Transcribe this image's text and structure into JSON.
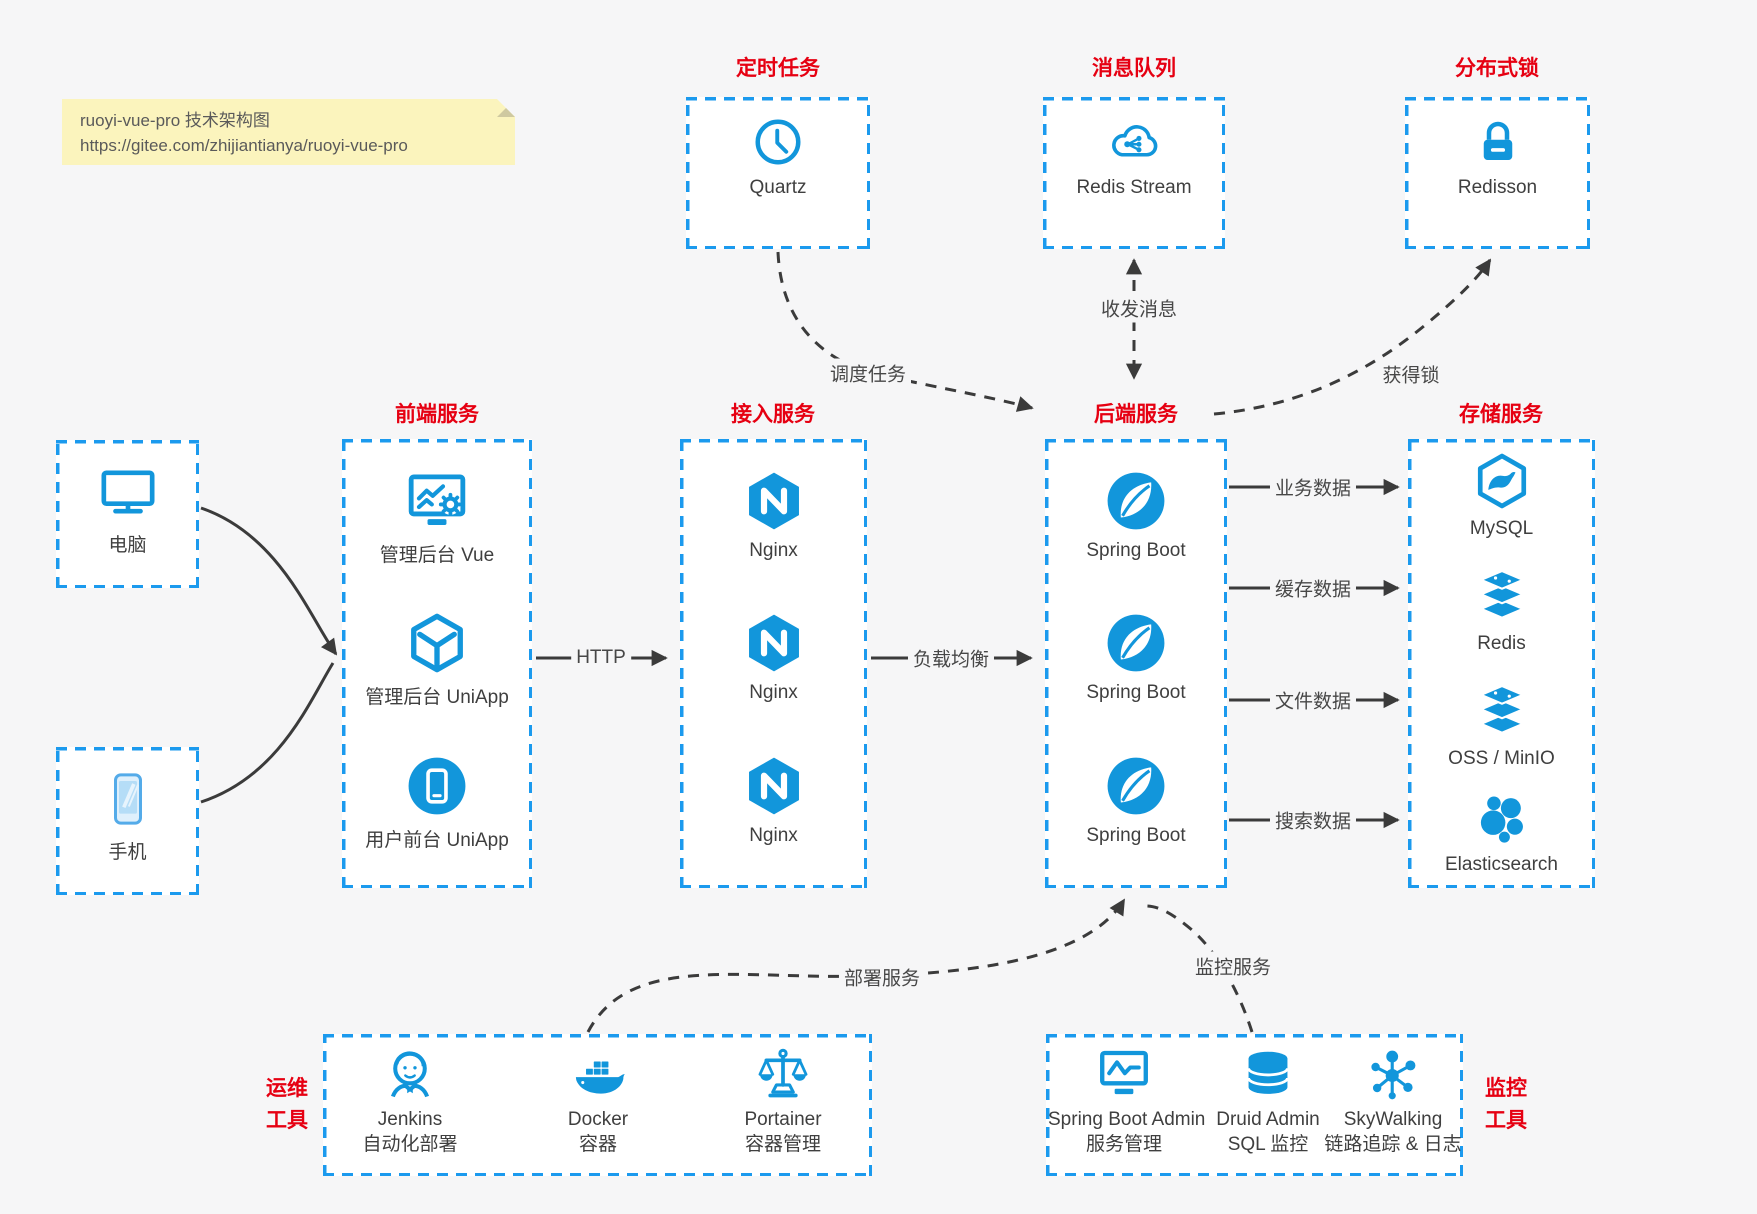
{
  "note": {
    "line1": "ruoyi-vue-pro 技术架构图",
    "line2": "https://gitee.com/zhijiantianya/ruoyi-vue-pro"
  },
  "colors": {
    "icon_blue": "#1296db",
    "border_blue": "#1b9aee",
    "title_red": "#e60012",
    "line_dark": "#3b3b3b",
    "note_bg": "#fbf4bd",
    "page_bg": "#f6f6f7"
  },
  "top_services": [
    {
      "title": "定时任务",
      "icon": "clock-icon",
      "label": "Quartz"
    },
    {
      "title": "消息队列",
      "icon": "cloud-share-icon",
      "label": "Redis Stream"
    },
    {
      "title": "分布式锁",
      "icon": "lock-icon",
      "label": "Redisson"
    }
  ],
  "clients": [
    {
      "icon": "desktop-icon",
      "label": "电脑"
    },
    {
      "icon": "smartphone-icon",
      "label": "手机"
    }
  ],
  "frontend": {
    "title": "前端服务",
    "items": [
      {
        "icon": "admin-vue-icon",
        "label": "管理后台 Vue"
      },
      {
        "icon": "uniapp-cube-icon",
        "label": "管理后台 UniApp"
      },
      {
        "icon": "mobile-app-icon",
        "label": "用户前台 UniApp"
      }
    ]
  },
  "access": {
    "title": "接入服务",
    "items": [
      {
        "icon": "nginx-icon",
        "label": "Nginx"
      },
      {
        "icon": "nginx-icon",
        "label": "Nginx"
      },
      {
        "icon": "nginx-icon",
        "label": "Nginx"
      }
    ]
  },
  "backend": {
    "title": "后端服务",
    "items": [
      {
        "icon": "spring-boot-icon",
        "label": "Spring Boot"
      },
      {
        "icon": "spring-boot-icon",
        "label": "Spring Boot"
      },
      {
        "icon": "spring-boot-icon",
        "label": "Spring Boot"
      }
    ]
  },
  "storage": {
    "title": "存储服务",
    "items": [
      {
        "icon": "mysql-icon",
        "label": "MySQL"
      },
      {
        "icon": "redis-stack-icon",
        "label": "Redis"
      },
      {
        "icon": "redis-stack-icon",
        "label": "OSS / MinIO"
      },
      {
        "icon": "elasticsearch-icon",
        "label": "Elasticsearch"
      }
    ]
  },
  "ops_tools": {
    "title_line1": "运维",
    "title_line2": "工具",
    "items": [
      {
        "icon": "jenkins-icon",
        "label": "Jenkins",
        "sublabel": "自动化部署"
      },
      {
        "icon": "docker-icon",
        "label": "Docker",
        "sublabel": "容器"
      },
      {
        "icon": "portainer-icon",
        "label": "Portainer",
        "sublabel": "容器管理"
      }
    ]
  },
  "monitor_tools": {
    "title_line1": "监控",
    "title_line2": "工具",
    "items": [
      {
        "icon": "spring-boot-admin-icon",
        "label": "Spring Boot Admin",
        "sublabel": "服务管理"
      },
      {
        "icon": "druid-icon",
        "label": "Druid Admin",
        "sublabel": "SQL 监控"
      },
      {
        "icon": "skywalking-icon",
        "label": "SkyWalking",
        "sublabel": "链路追踪 & 日志"
      }
    ]
  },
  "edge_labels": {
    "http": "HTTP",
    "load_balance": "负载均衡",
    "business_data": "业务数据",
    "cache_data": "缓存数据",
    "file_data": "文件数据",
    "search_data": "搜索数据",
    "schedule_task": "调度任务",
    "send_receive_message": "收发消息",
    "acquire_lock": "获得锁",
    "deploy_service": "部署服务",
    "monitor_service": "监控服务"
  }
}
